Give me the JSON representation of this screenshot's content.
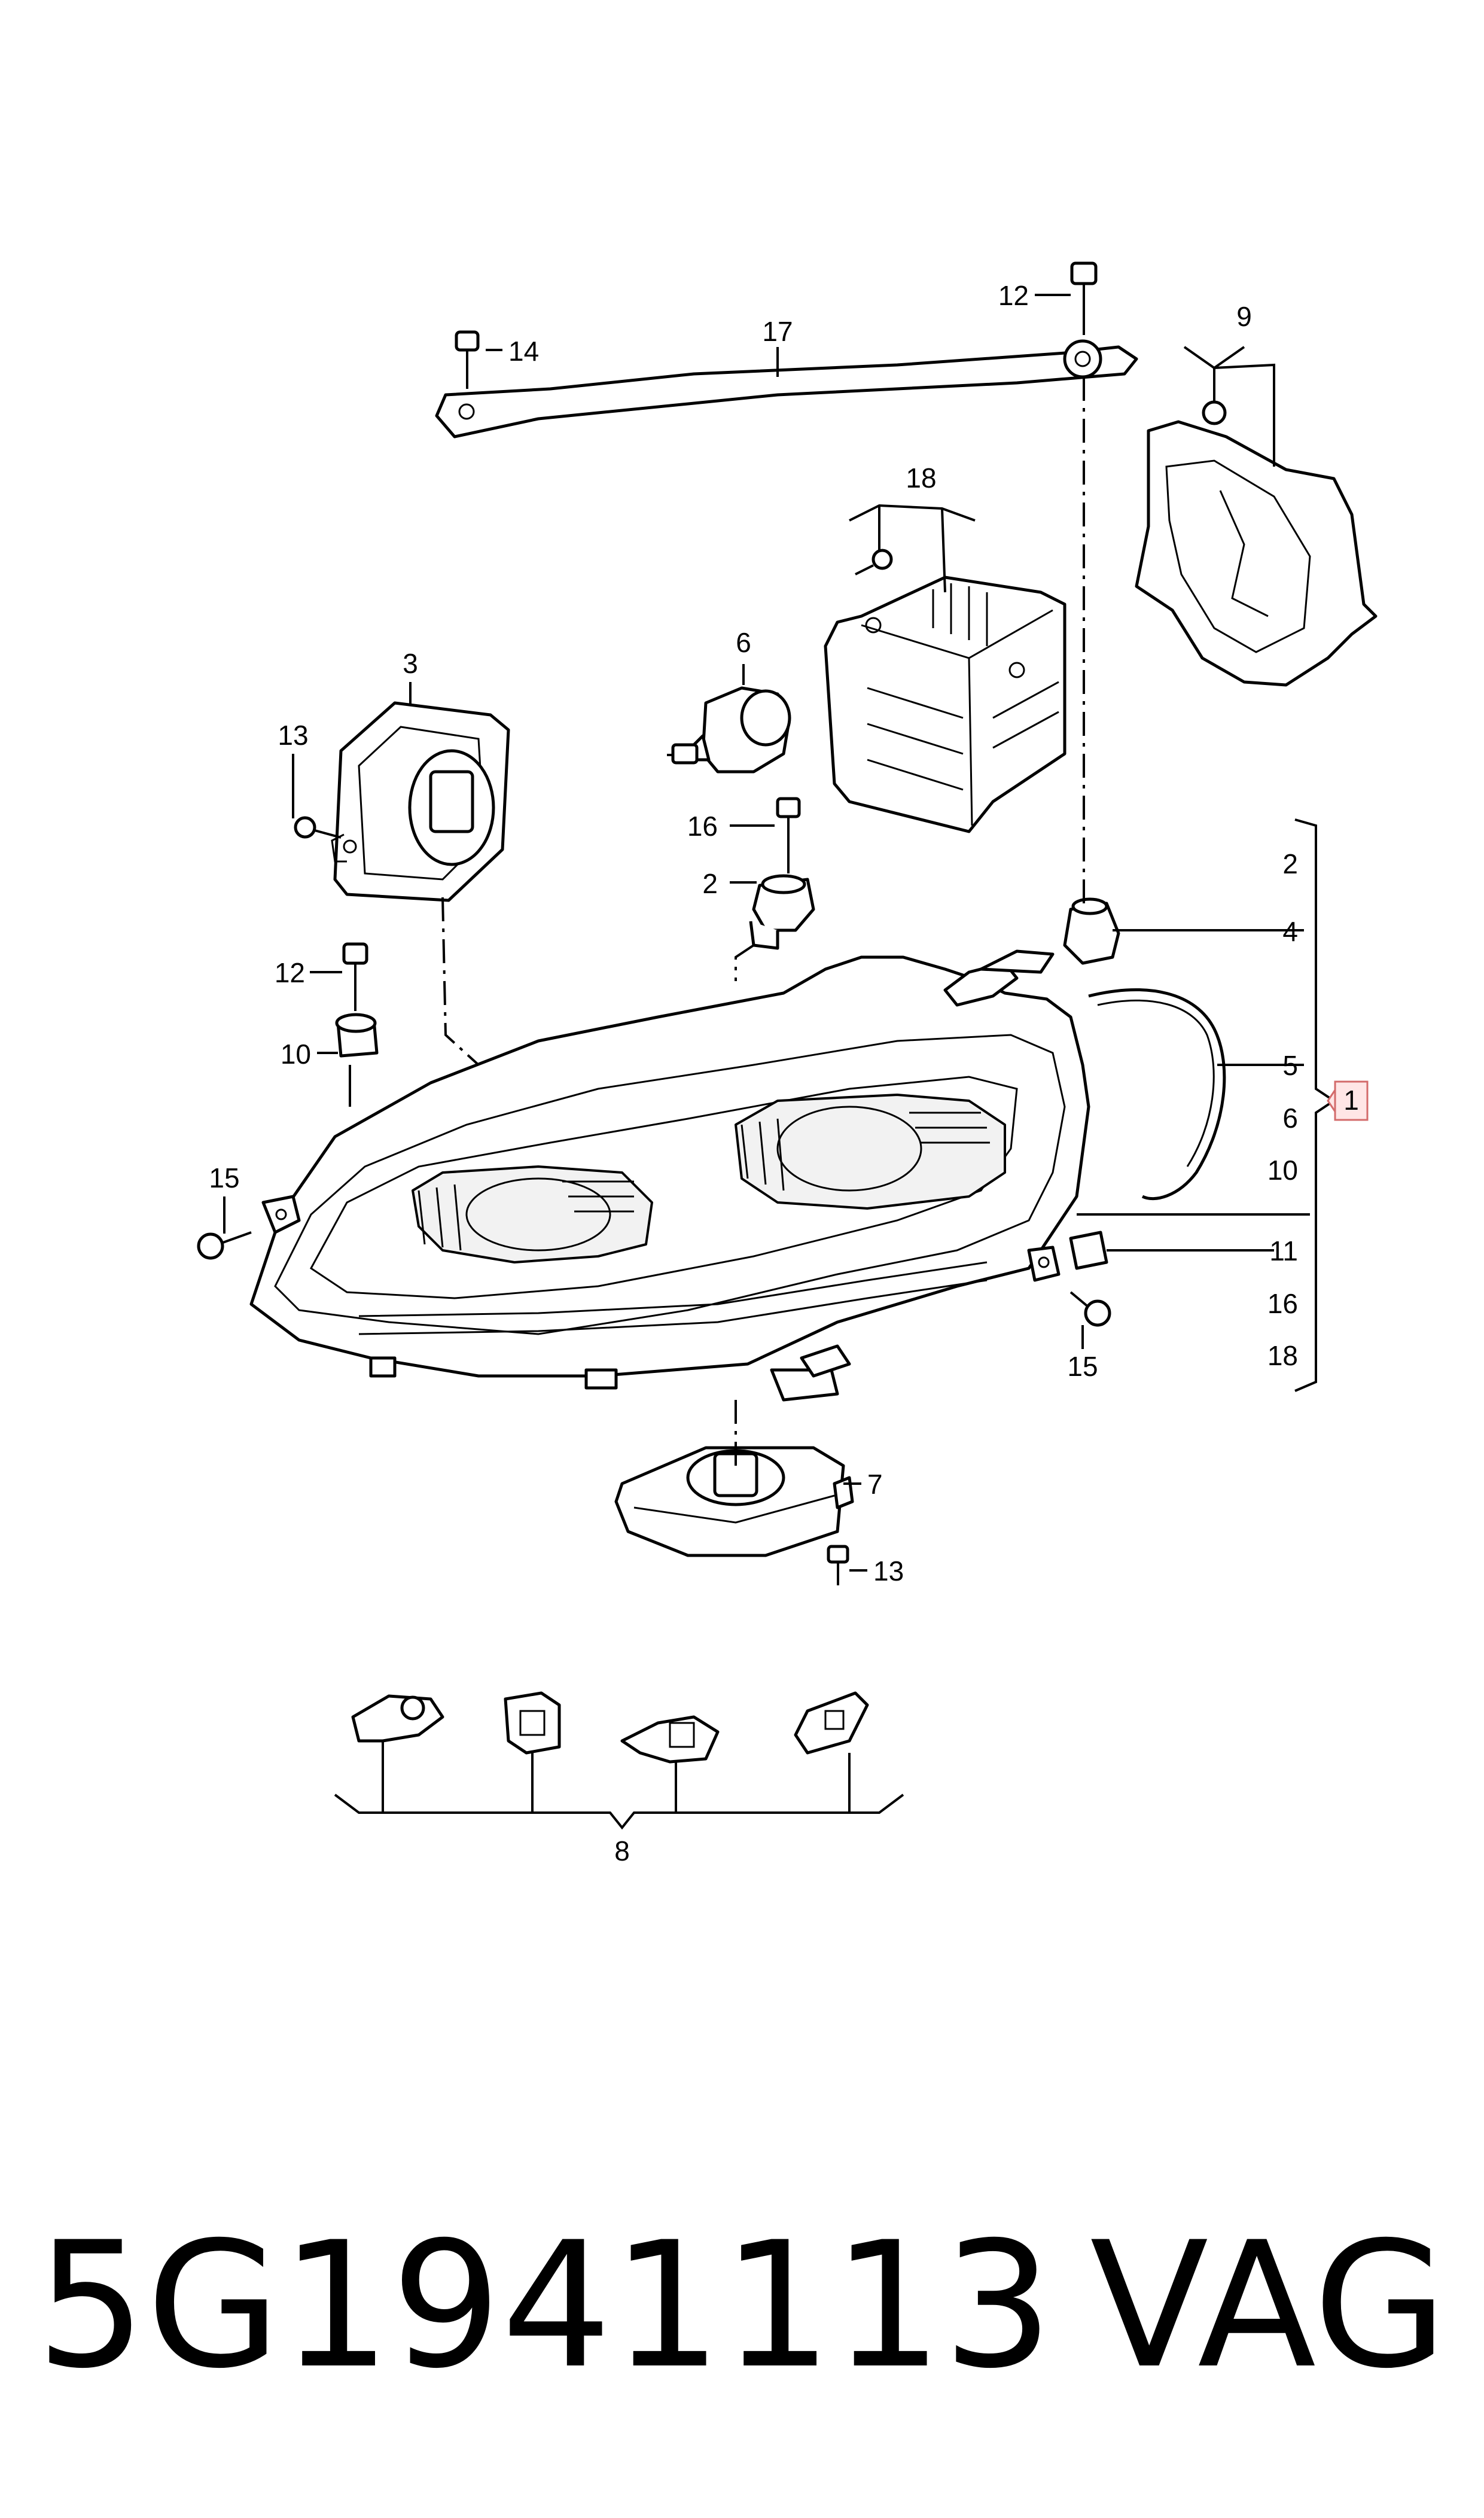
{
  "diagram": {
    "callouts": {
      "c1_part17": "17",
      "c2_part12_top": "12",
      "c3_part14": "14",
      "c4_part9": "9",
      "c5_part18_top": "18",
      "c6_part6": "6",
      "c7_part3": "3",
      "c8_part13_left": "13",
      "c9_part16": "16",
      "c10_part2_left": "2",
      "c11_part12_left": "12",
      "c12_part10": "10",
      "c13_part15_left": "15",
      "c14_part15_right": "15",
      "c15_part7": "7",
      "c16_part13_bottom": "13",
      "c17_part8": "8"
    },
    "bracket_list": [
      "2",
      "4",
      "5",
      "6",
      "10",
      "11",
      "16",
      "18"
    ],
    "main_part_badge": "1"
  },
  "footer": {
    "part_number": "5G1941113",
    "brand": "VAG"
  }
}
